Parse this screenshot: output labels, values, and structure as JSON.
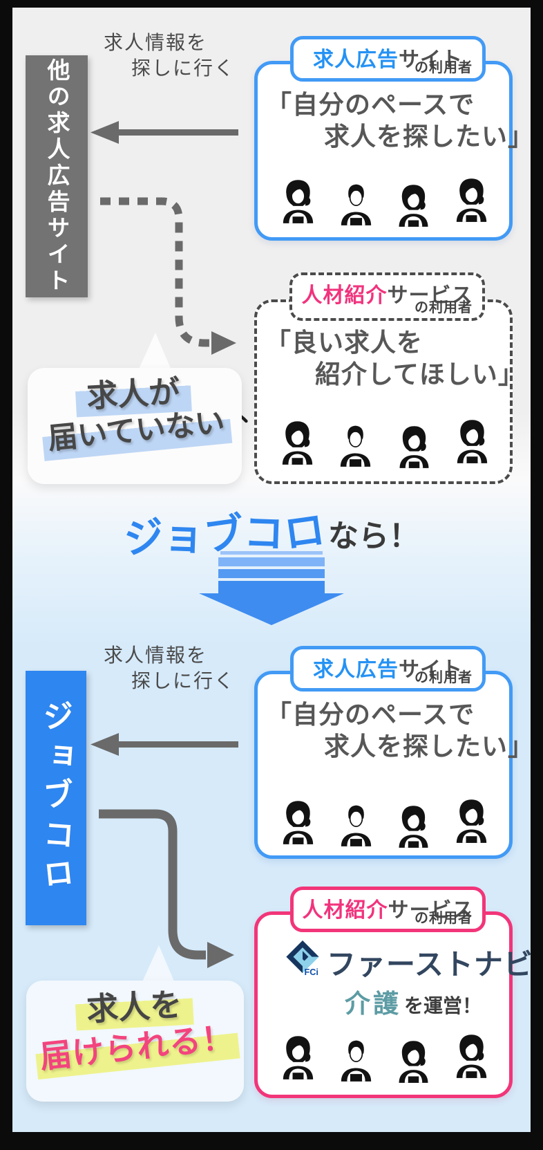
{
  "colors": {
    "accent_blue": "#2e86f0",
    "accent_pink": "#f1337d",
    "sidebar_gray": "#737373",
    "arrow_gray": "#6a6a6a",
    "highlight_blue": "#bed6f5",
    "highlight_yellow": "#eef28c",
    "logo_navy": "#32465f",
    "logo_teal": "#5d9ca4",
    "bg_top": "#f0efef",
    "bg_bottom": "#d6eafa"
  },
  "top": {
    "sidebar_label": "他の求人広告サイト",
    "search_note_line1": "求人情報を",
    "search_note_line2": "探しに行く",
    "ad_card": {
      "label_accent": "求人広告",
      "label_rest": "サイト",
      "label_sub": "の利用者",
      "quote_line1": "「自分のペースで",
      "quote_line2": "求人を探したい」"
    },
    "agent_card": {
      "label_accent": "人材紹介",
      "label_rest": "サービス",
      "label_sub": "の利用者",
      "quote_line1": "「良い求人を",
      "quote_line2": "紹介してほしい」"
    },
    "bubble": {
      "line1": "求人が",
      "line2": "届いていない"
    }
  },
  "divider": {
    "brand": "ジョブコロ",
    "suffix": "なら！"
  },
  "bottom": {
    "sidebar_label": "ジョブコロ",
    "search_note_line1": "求人情報を",
    "search_note_line2": "探しに行く",
    "ad_card": {
      "label_accent": "求人広告",
      "label_rest": "サイト",
      "label_sub": "の利用者",
      "quote_line1": "「自分のペースで",
      "quote_line2": "求人を探したい」"
    },
    "agent_card": {
      "label_accent": "人材紹介",
      "label_rest": "サービス",
      "label_sub": "の利用者",
      "logo_badge": "FCi",
      "logo_name": "ファーストナビ",
      "service_accent": "介護",
      "service_suffix": "を運営！"
    },
    "bubble": {
      "line1": "求人を",
      "line2": "届けられる！"
    }
  }
}
